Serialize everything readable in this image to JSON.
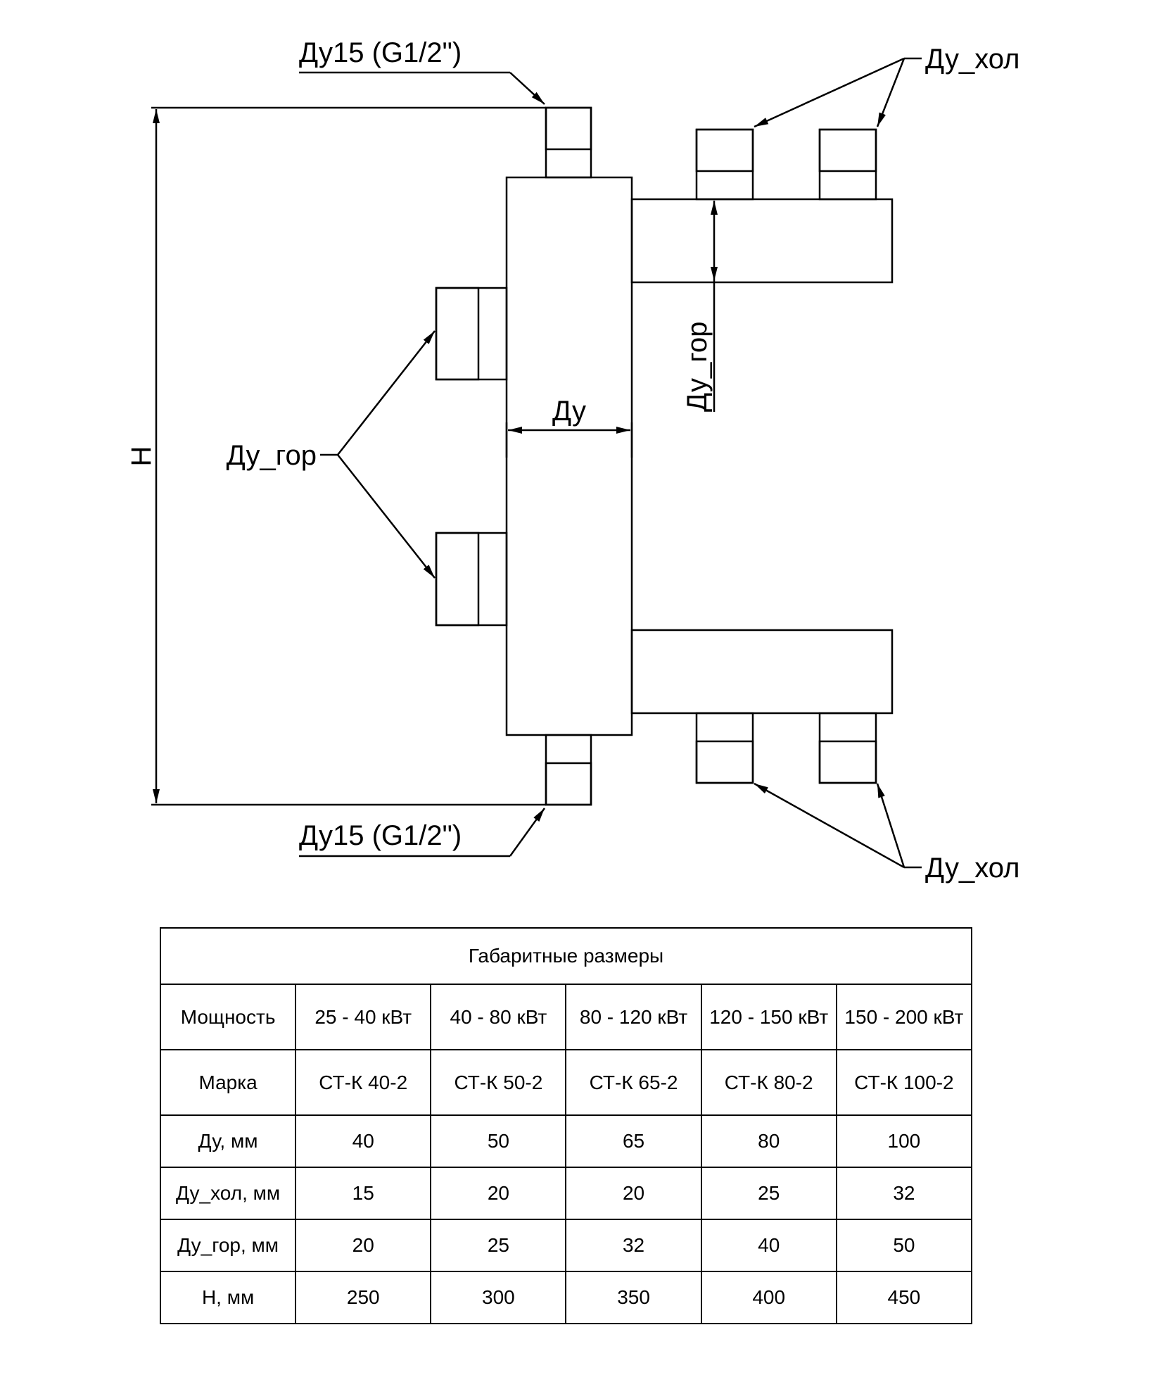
{
  "labels": {
    "top_port": "Ду15 (G1/2\")",
    "bottom_port": "Ду15 (G1/2\")",
    "cold_top": "Ду_хол",
    "cold_bottom": "Ду_хол",
    "hot_left": "Ду_гор",
    "hot_right": "Ду_гор",
    "body_diameter": "Ду",
    "height": "H"
  },
  "table": {
    "title": "Габаритные размеры",
    "rows": [
      {
        "label": "Мощность",
        "values": [
          "25 - 40 кВт",
          "40 - 80 кВт",
          "80 - 120 кВт",
          "120 - 150 кВт",
          "150 - 200 кВт"
        ]
      },
      {
        "label": "Марка",
        "values": [
          "СТ-К 40-2",
          "СТ-К 50-2",
          "СТ-К 65-2",
          "СТ-К 80-2",
          "СТ-К 100-2"
        ]
      },
      {
        "label": "Ду, мм",
        "values": [
          "40",
          "50",
          "65",
          "80",
          "100"
        ]
      },
      {
        "label": "Ду_хол, мм",
        "values": [
          "15",
          "20",
          "20",
          "25",
          "32"
        ]
      },
      {
        "label": "Ду_гор, мм",
        "values": [
          "20",
          "25",
          "32",
          "40",
          "50"
        ]
      },
      {
        "label": "H, мм",
        "values": [
          "250",
          "300",
          "350",
          "400",
          "450"
        ]
      }
    ]
  }
}
